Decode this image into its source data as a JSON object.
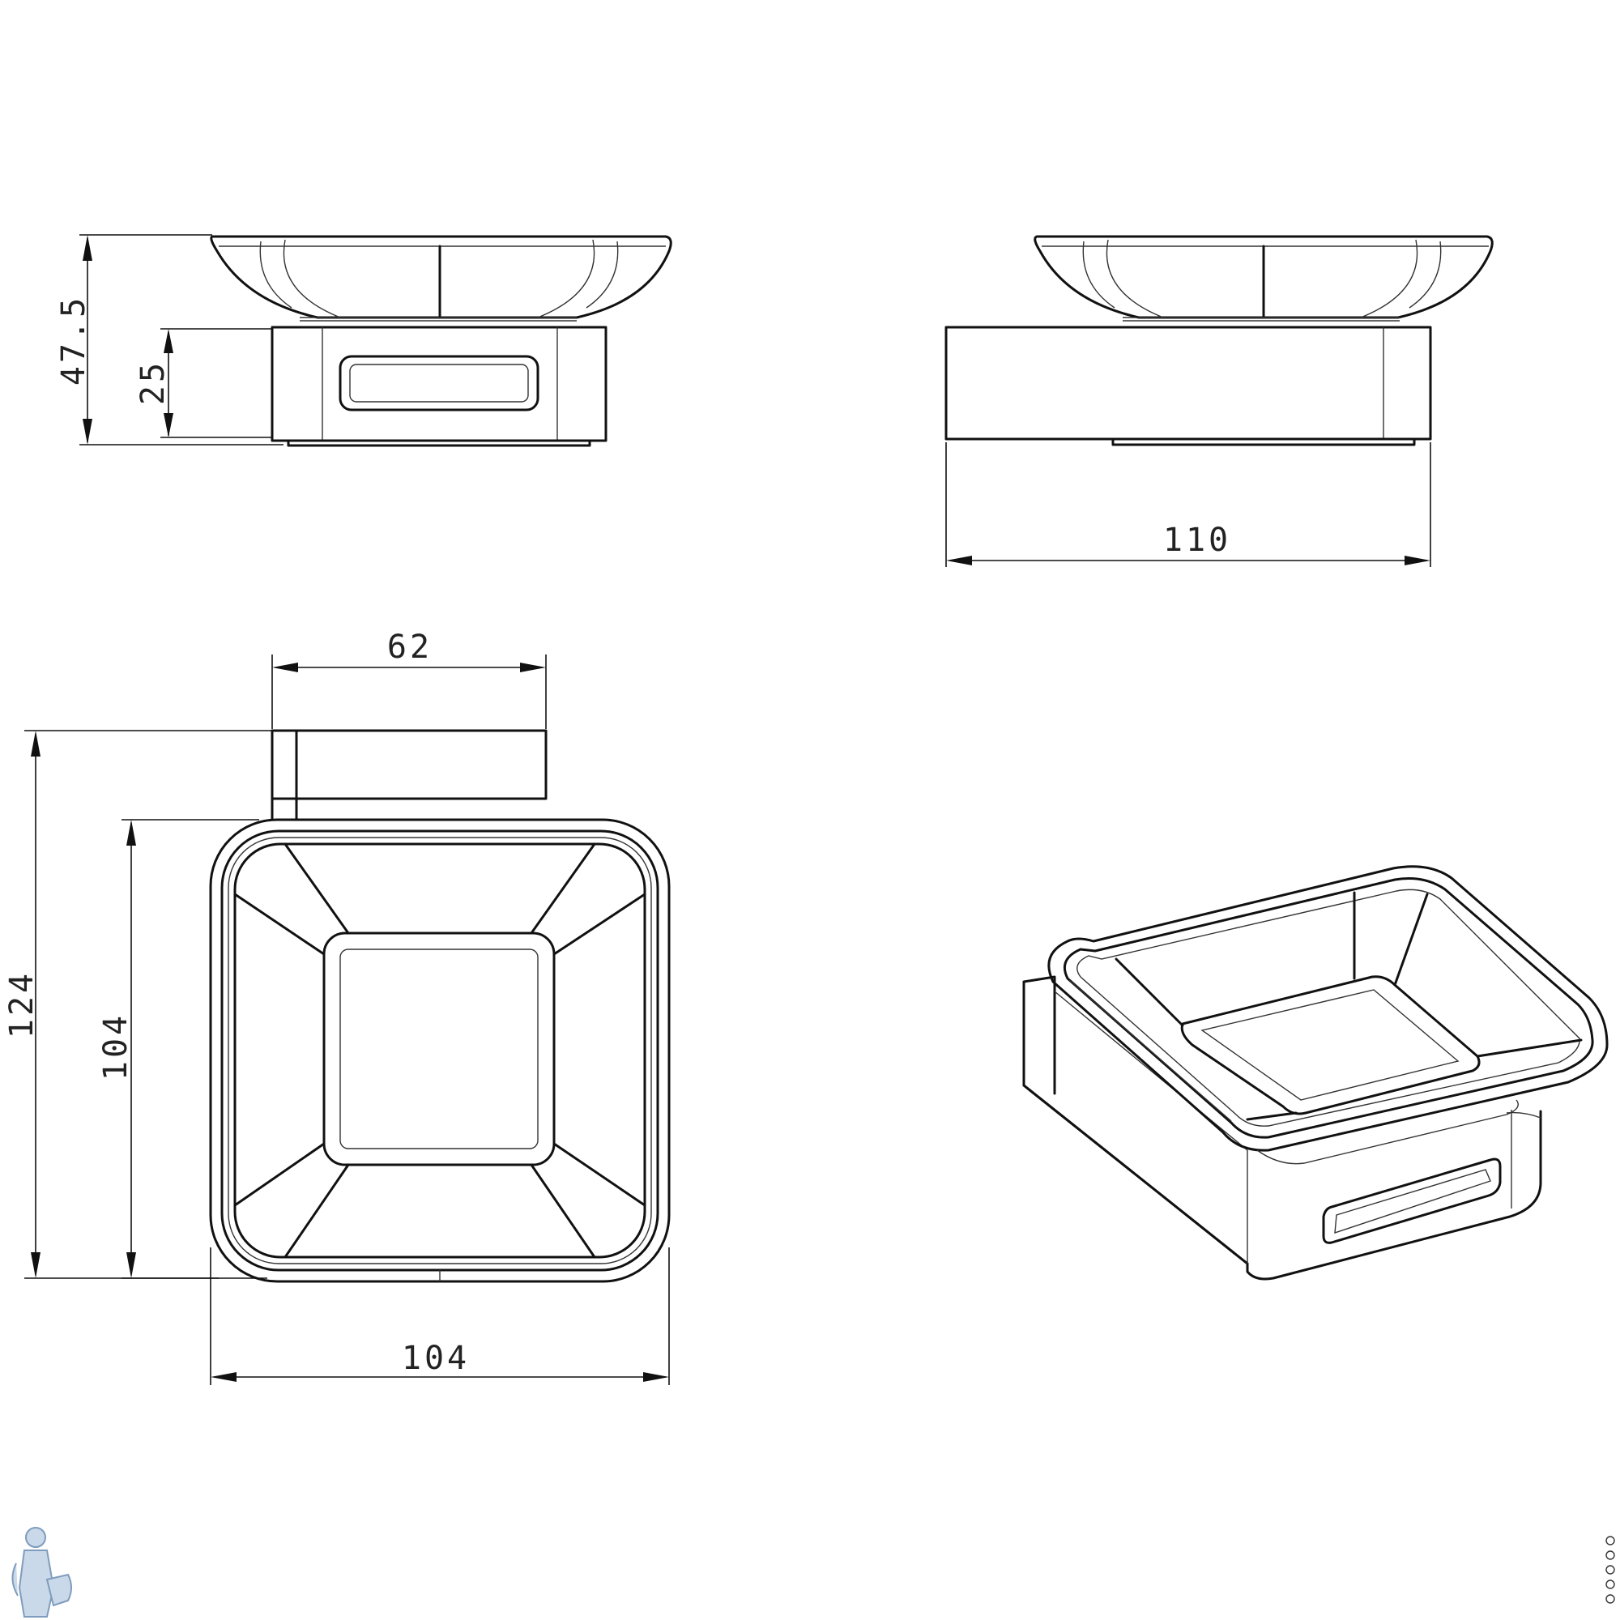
{
  "dimensions": {
    "height_total": "47.5",
    "base_height": "25",
    "depth_total": "110",
    "mount_width": "62",
    "projection_total": "124",
    "dish_depth": "104",
    "dish_width": "104"
  }
}
